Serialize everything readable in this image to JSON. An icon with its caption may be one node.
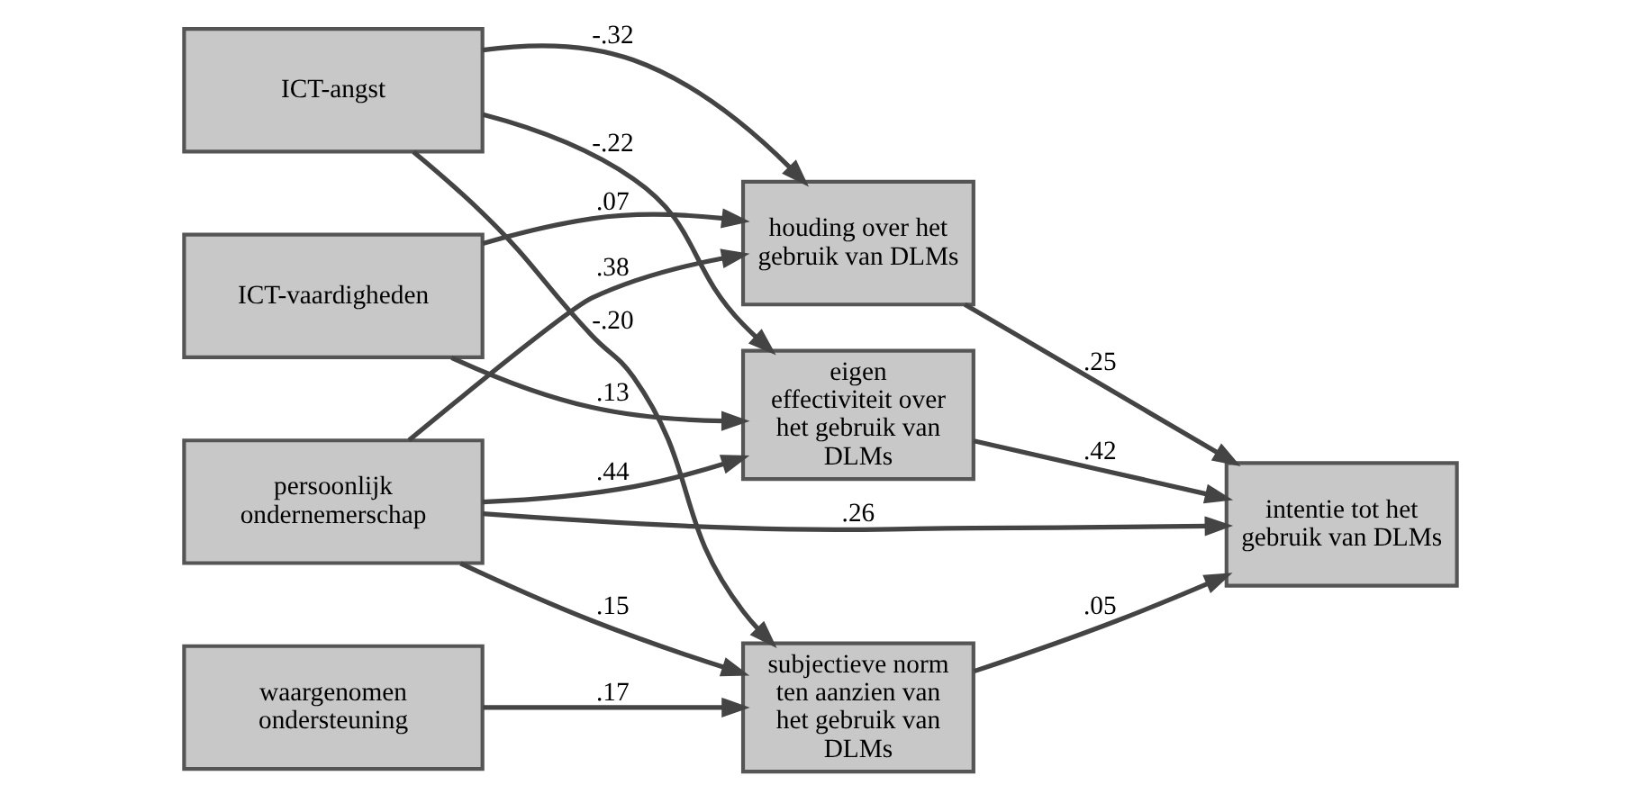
{
  "diagram": {
    "nodes": [
      {
        "text": [
          "ICT-angst"
        ]
      },
      {
        "text": [
          "ICT-vaardigheden"
        ]
      },
      {
        "text": [
          "persoonlijk ondernemerschap"
        ]
      },
      {
        "text": [
          "waargenomen ondersteuning"
        ]
      },
      {
        "text": [
          "houding over het gebruik van DLMs"
        ]
      },
      {
        "text": [
          "subjectieve norm ten aanzien van het gebruik van DLMs"
        ]
      },
      {
        "text": [
          "eigen effectiviteit over het gebruik van DLMs"
        ]
      },
      {
        "text": [
          "intentie tot het gebruik van DLMs"
        ]
      }
    ],
    "edges": [
      {
        "from": 0,
        "to": 4,
        "arrow": "to",
        "label": "-.32"
      },
      {
        "from": 1,
        "to": 4,
        "arrow": "to",
        "label": ".07"
      },
      {
        "from": 2,
        "to": 4,
        "arrow": "to",
        "label": ".38"
      },
      {
        "from": 0,
        "to": 5,
        "arrow": "to",
        "label": "-.20"
      },
      {
        "from": 2,
        "to": 5,
        "arrow": "to",
        "label": ".15"
      },
      {
        "from": 3,
        "to": 5,
        "arrow": "to",
        "label": ".17"
      },
      {
        "from": 0,
        "to": 6,
        "arrow": "to",
        "label": "-.22"
      },
      {
        "from": 1,
        "to": 6,
        "arrow": "to",
        "label": ".13"
      },
      {
        "from": 2,
        "to": 6,
        "arrow": "to",
        "label": ".44"
      },
      {
        "from": 4,
        "to": 7,
        "arrow": "to",
        "label": ".25"
      },
      {
        "from": 5,
        "to": 7,
        "arrow": "to",
        "label": ".05"
      },
      {
        "from": 2,
        "to": 7,
        "arrow": "to",
        "label": ".26"
      },
      {
        "from": 6,
        "to": 7,
        "arrow": "to",
        "label": ".42"
      }
    ]
  }
}
